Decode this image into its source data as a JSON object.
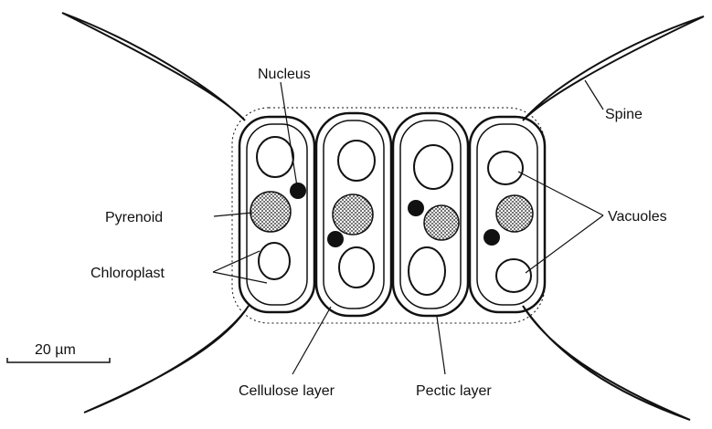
{
  "diagram": {
    "labels": {
      "nucleus": "Nucleus",
      "spine": "Spine",
      "pyrenoid": "Pyrenoid",
      "vacuoles": "Vacuoles",
      "chloroplast": "Chloroplast",
      "scale": "20 µm",
      "cellulose": "Cellulose layer",
      "pectic": "Pectic layer"
    },
    "colors": {
      "ink": "#111111",
      "background": "#ffffff"
    }
  }
}
